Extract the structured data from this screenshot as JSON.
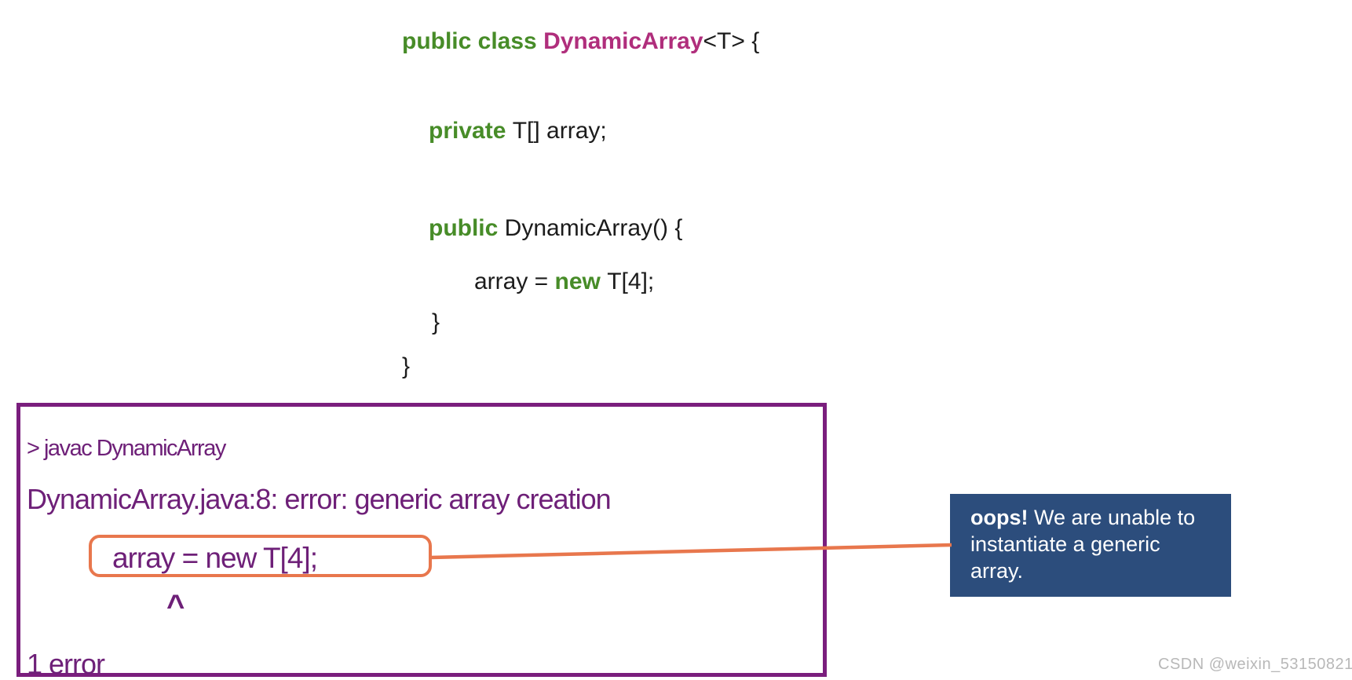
{
  "code": {
    "line1_keyword": "public class ",
    "line1_classname": "DynamicArray",
    "line1_rest": "<T> {",
    "line2_keyword": "private ",
    "line2_rest": "T[] array;",
    "line3_keyword": "public ",
    "line3_rest": "DynamicArray() {",
    "line4_pre": "array = ",
    "line4_keyword": "new ",
    "line4_rest": "T[4];",
    "line5_brace": "}",
    "line6_brace": "}"
  },
  "console": {
    "prompt_line": "> javac DynamicArray",
    "error_line": "DynamicArray.java:8: error: generic array creation",
    "highlighted_code": "array = new T[4];",
    "caret": "^",
    "summary": "1 error"
  },
  "callout": {
    "bold_text": "oops!",
    "rest_text": " We are unable to instantiate a generic array."
  },
  "watermark": "CSDN @weixin_53150821",
  "colors": {
    "keyword_green": "#478c28",
    "classname_magenta": "#b02e7c",
    "console_text_purple": "#6e2078",
    "console_border_purple": "#7a1e7d",
    "highlight_orange": "#e8774d",
    "callout_blue": "#2c4d7c",
    "watermark_gray": "#b8b8b8"
  }
}
